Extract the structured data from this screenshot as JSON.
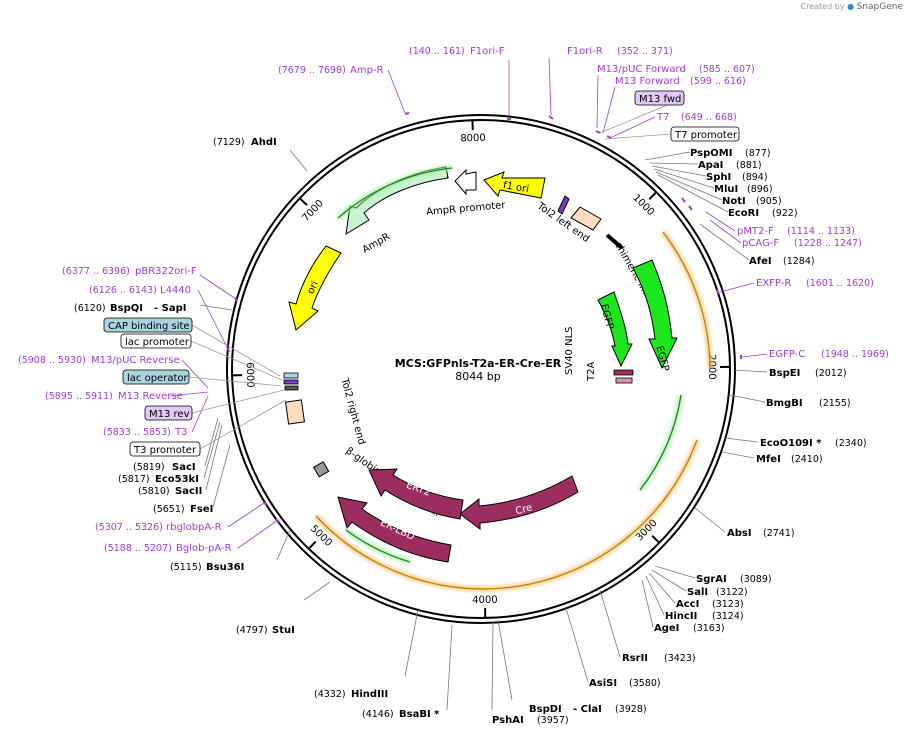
{
  "brand": {
    "created_by": "Created by",
    "name": "SnapGene"
  },
  "title": {
    "name": "MCS:GFPnls-T2a-ER-Cre-ER",
    "length": "8044 bp"
  },
  "total_bp": 8044,
  "ticks": [
    {
      "bp": 1000,
      "label": "1000"
    },
    {
      "bp": 2000,
      "label": "2000"
    },
    {
      "bp": 3000,
      "label": "3000"
    },
    {
      "bp": 4000,
      "label": "4000"
    },
    {
      "bp": 5000,
      "label": "5000"
    },
    {
      "bp": 6000,
      "label": "6000"
    },
    {
      "bp": 7000,
      "label": "7000"
    },
    {
      "bp": 8000,
      "label": "8000"
    }
  ],
  "sites_right": [
    {
      "name": "PspOMI",
      "pos": "(877)",
      "bp": 877
    },
    {
      "name": "ApaI",
      "pos": "(881)",
      "bp": 881
    },
    {
      "name": "SphI",
      "pos": "(894)",
      "bp": 894
    },
    {
      "name": "MluI",
      "pos": "(896)",
      "bp": 896
    },
    {
      "name": "NotI",
      "pos": "(905)",
      "bp": 905
    },
    {
      "name": "EcoRI",
      "pos": "(922)",
      "bp": 922
    },
    {
      "name": "AfeI",
      "pos": "(1284)",
      "bp": 1284
    },
    {
      "name": "BspEI",
      "pos": "(2012)",
      "bp": 2012
    },
    {
      "name": "BmgBI",
      "pos": "(2155)",
      "bp": 2155
    },
    {
      "name": "EcoO109I *",
      "pos": "(2340)",
      "bp": 2340
    },
    {
      "name": "MfeI",
      "pos": "(2410)",
      "bp": 2410
    },
    {
      "name": "AbsI",
      "pos": "(2741)",
      "bp": 2741
    },
    {
      "name": "SgrAI",
      "pos": "(3089)",
      "bp": 3089
    },
    {
      "name": "SalI",
      "pos": "(3122)",
      "bp": 3122
    },
    {
      "name": "AccI",
      "pos": "(3123)",
      "bp": 3123
    },
    {
      "name": "HincII",
      "pos": "(3124)",
      "bp": 3124
    },
    {
      "name": "AgeI",
      "pos": "(3163)",
      "bp": 3163
    },
    {
      "name": "RsrII",
      "pos": "(3423)",
      "bp": 3423
    },
    {
      "name": "AsiSI",
      "pos": "(3580)",
      "bp": 3580
    },
    {
      "name": "- ClaI",
      "pos": "(3928)",
      "bp": 3928
    }
  ],
  "sites_left": [
    {
      "name": "AhdI",
      "pos": "(7129)",
      "bp": 7129
    },
    {
      "name": "- SapI",
      "pos": "",
      "bp": 6120
    },
    {
      "name": "BspQI",
      "pos": "(6120)",
      "bp": 6120
    },
    {
      "name": "SacI",
      "pos": "(5819)",
      "bp": 5819
    },
    {
      "name": "Eco53kI",
      "pos": "(5817)",
      "bp": 5817
    },
    {
      "name": "SacII",
      "pos": "(5810)",
      "bp": 5810
    },
    {
      "name": "FseI",
      "pos": "(5651)",
      "bp": 5651
    },
    {
      "name": "Bsu36I",
      "pos": "(5115)",
      "bp": 5115
    },
    {
      "name": "StuI",
      "pos": "(4797)",
      "bp": 4797
    },
    {
      "name": "HindIII",
      "pos": "(4332)",
      "bp": 4332
    },
    {
      "name": "BsaBI *",
      "pos": "(4146)",
      "bp": 4146
    },
    {
      "name": "PshAI",
      "pos": "(3957)",
      "bp": 3957
    },
    {
      "name": "BspDI",
      "pos": "",
      "bp": 3928
    }
  ],
  "primers_right": [
    {
      "name": "F1ori-R",
      "pos": "(352 .. 371)"
    },
    {
      "name": "M13/pUC Forward",
      "pos": "(585 .. 607)"
    },
    {
      "name": "M13 Forward",
      "pos": "(599 .. 616)"
    },
    {
      "name": "T7",
      "pos": "(649 .. 668)"
    },
    {
      "name": "pMT2-F",
      "pos": "(1114 .. 1133)"
    },
    {
      "name": "pCAG-F",
      "pos": "(1228 .. 1247)"
    },
    {
      "name": "EXFP-R",
      "pos": "(1601 .. 1620)"
    },
    {
      "name": "EGFP-C",
      "pos": "(1948 .. 1969)"
    }
  ],
  "primers_left": [
    {
      "name": "F1ori-F",
      "pos": "(140 .. 161)"
    },
    {
      "name": "Amp-R",
      "pos": "(7679 .. 7698)"
    },
    {
      "name": "pBR322ori-F",
      "pos": "(6377 .. 6396)"
    },
    {
      "name": "L4440",
      "pos": "(6126 .. 6143)"
    },
    {
      "name": "M13/pUC Reverse",
      "pos": "(5908 .. 5930)"
    },
    {
      "name": "M13 Reverse",
      "pos": "(5895 .. 5911)"
    },
    {
      "name": "T3",
      "pos": "(5833 .. 5853)"
    },
    {
      "name": "rbglobpA-R",
      "pos": "(5307 .. 5326)"
    },
    {
      "name": "Bglob-pA-R",
      "pos": "(5188 .. 5207)"
    }
  ],
  "boxed_labels": {
    "m13_fwd": "M13 fwd",
    "t7_promoter": "T7 promoter",
    "cap_site": "CAP binding site",
    "lac_promoter": "lac promoter",
    "lac_operator": "lac operator",
    "m13_rev": "M13 rev",
    "t3_promoter": "T3 promoter"
  },
  "features": {
    "f1_ori": "f1 ori",
    "ampr_promoter": "AmpR promoter",
    "ampr": "AmpR",
    "ori": "ori",
    "tol2_left": "Tol2 left end",
    "chimeric_intron": "chimeric intron",
    "egfp_outer": "EGFP",
    "egfp_inner": "EGFP",
    "sv40_nls": "SV40 NLS",
    "t2a": "T2A",
    "tol2_right": "Tol2 right end",
    "bglobin": "β-globin poly(A) signal",
    "ert2": "ERT2",
    "cre": "Cre",
    "er_lbd": "ER-LBD"
  },
  "colors": {
    "primer": "#a23cd8",
    "green": "#1ee61e",
    "yellow": "#ffff00",
    "mint": "#c8f5d0",
    "peach": "#fbdcbc",
    "maroon": "#9b2d5f",
    "orange_glow": "#f2b04a",
    "cap_box": "#aad3df",
    "m13_box": "#e2c8f5"
  }
}
